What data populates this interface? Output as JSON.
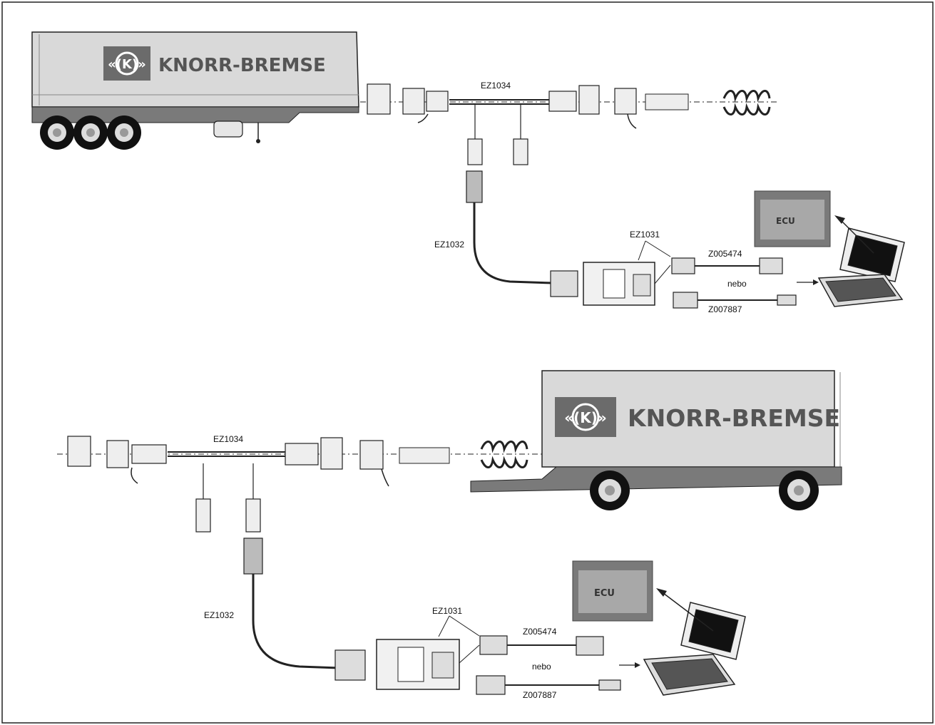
{
  "brand": {
    "name": "KNORR-BREMSE",
    "logo_mark": "«(K)»"
  },
  "top_setup": {
    "cable_extension": "EZ1034",
    "cable_diagnostic": "EZ1032",
    "interface": "EZ1031",
    "serial_cable": "Z005474",
    "usb_cable": "Z007887",
    "or_label": "nebo"
  },
  "bottom_setup": {
    "cable_extension": "EZ1034",
    "cable_diagnostic": "EZ1032",
    "interface": "EZ1031",
    "serial_cable": "Z005474",
    "usb_cable": "Z007887",
    "or_label": "nebo"
  },
  "software_screen": {
    "product": "ECU"
  },
  "colors": {
    "trailer_panel": "#d9d9d9",
    "logo_box": "#6b6b6b",
    "brand_text": "#555555",
    "line": "#222222",
    "screen": "#7a7a7a"
  }
}
